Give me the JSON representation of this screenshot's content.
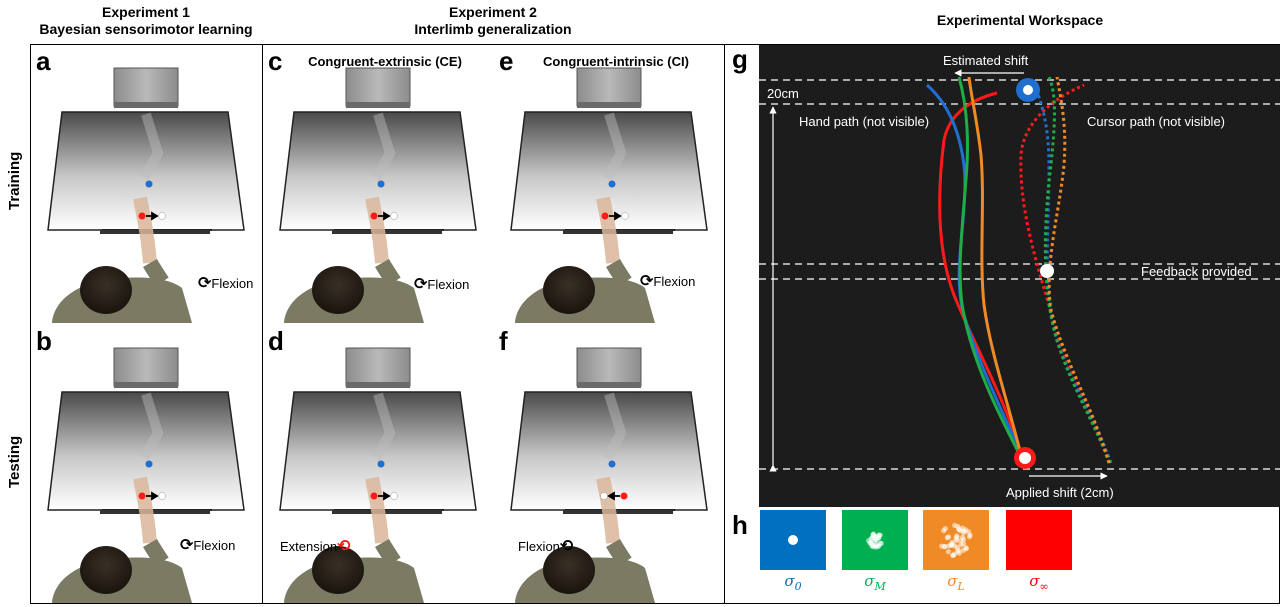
{
  "headers": {
    "exp1_line1": "Experiment 1",
    "exp1_line2": "Bayesian sensorimotor learning",
    "exp2_line1": "Experiment 2",
    "exp2_line2": "Interlimb generalization",
    "workspace_title": "Experimental Workspace"
  },
  "row_labels": {
    "training": "Training",
    "testing": "Testing"
  },
  "panels": {
    "a": {
      "letter": "a",
      "title": "",
      "direction": "Flexion"
    },
    "b": {
      "letter": "b",
      "title": "",
      "direction": "Flexion"
    },
    "c": {
      "letter": "c",
      "title": "Congruent-extrinsic (CE)",
      "direction": "Flexion"
    },
    "d": {
      "letter": "d",
      "title": "",
      "direction": "Extension"
    },
    "e": {
      "letter": "e",
      "title": "Congruent-intrinsic (CI)",
      "direction": "Flexion"
    },
    "f": {
      "letter": "f",
      "title": "",
      "direction": "Flexion"
    }
  },
  "workspace": {
    "letter": "g",
    "estimated_shift": "Estimated shift",
    "distance": "20cm",
    "hand_path": "Hand path (not visible)",
    "cursor_path": "Cursor path (not visible)",
    "feedback": "Feedback provided",
    "applied_shift": "Applied shift (2cm)"
  },
  "legend": {
    "letter": "h",
    "items": [
      {
        "sigma": "σ",
        "sub": "0",
        "color": "#0070c0"
      },
      {
        "sigma": "σ",
        "sub": "M",
        "color": "#00b050"
      },
      {
        "sigma": "σ",
        "sub": "L",
        "color": "#f08a24"
      },
      {
        "sigma": "σ",
        "sub": "∞",
        "color": "#ff0000"
      }
    ]
  },
  "colors": {
    "blue": "#1e6fd0",
    "green": "#1fae45",
    "orange": "#f08a24",
    "red": "#ff1a1a",
    "workspace_bg": "#1c1c1c",
    "skin": "#d9b59a",
    "shirt": "#7b7a63"
  }
}
